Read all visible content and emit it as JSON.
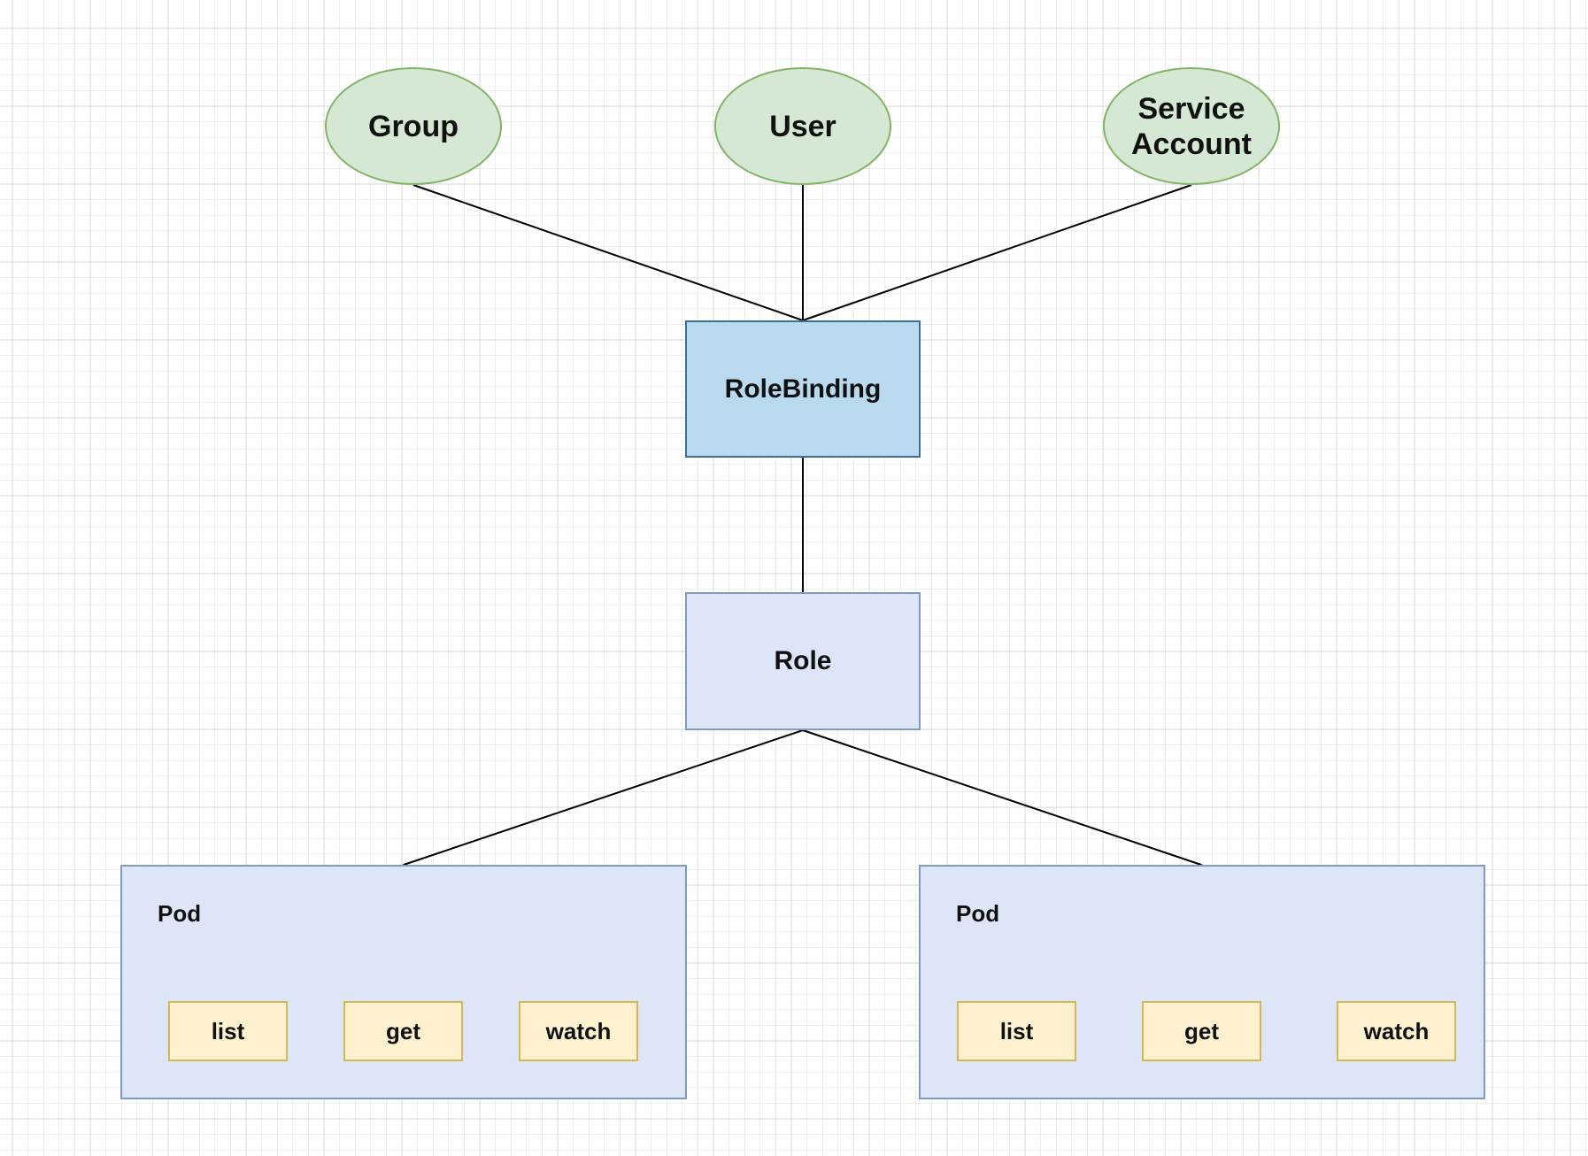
{
  "diagram": {
    "subjects": [
      {
        "id": "group",
        "label": "Group"
      },
      {
        "id": "user",
        "label": "User"
      },
      {
        "id": "sa",
        "label": "Service\nAccount"
      }
    ],
    "rolebinding": {
      "label": "RoleBinding"
    },
    "role": {
      "label": "Role"
    },
    "pods": [
      {
        "label": "Pod",
        "verbs": [
          "list",
          "get",
          "watch"
        ]
      },
      {
        "label": "Pod",
        "verbs": [
          "list",
          "get",
          "watch"
        ]
      }
    ]
  },
  "colors": {
    "subject_fill": "#d5e8d4",
    "subject_stroke": "#82b366",
    "rolebinding_fill": "#b9daee",
    "role_fill": "#dce6f7",
    "verb_fill": "#fdf1cf",
    "verb_stroke": "#d6b656",
    "edge": "#000000",
    "grid": "#dedede"
  }
}
